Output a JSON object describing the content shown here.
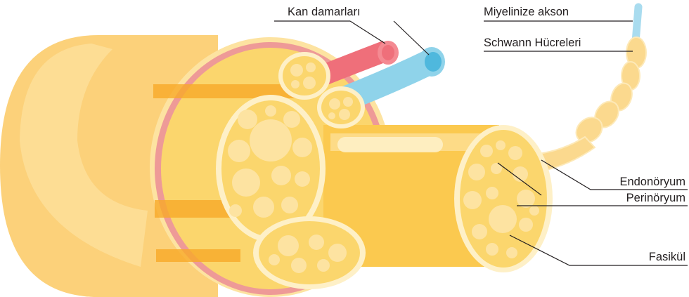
{
  "labels": {
    "blood_vessels": "Kan damarları",
    "myelinated_axon": "Miyelinize akson",
    "schwann_cells": "Schwann Hücreleri",
    "endoneurium": "Endonöryum",
    "perineurium": "Perinöryum",
    "fascicle": "Fasikül"
  },
  "colors": {
    "epineurium_outer": "#fcd17a",
    "epineurium_light": "#fde2a0",
    "fascicle_fill": "#fbd66d",
    "fascicle_ring": "#fef0c7",
    "fiber": "#fde3a1",
    "artery": "#ef6f7a",
    "artery_end": "#f48a92",
    "vein": "#8fd3ea",
    "vein_end": "#4fb8dd",
    "axon": "#a9dcef",
    "schwann": "#fbd98e",
    "inner_pink": "#ee9a97",
    "dark_band": "#f7a928"
  }
}
